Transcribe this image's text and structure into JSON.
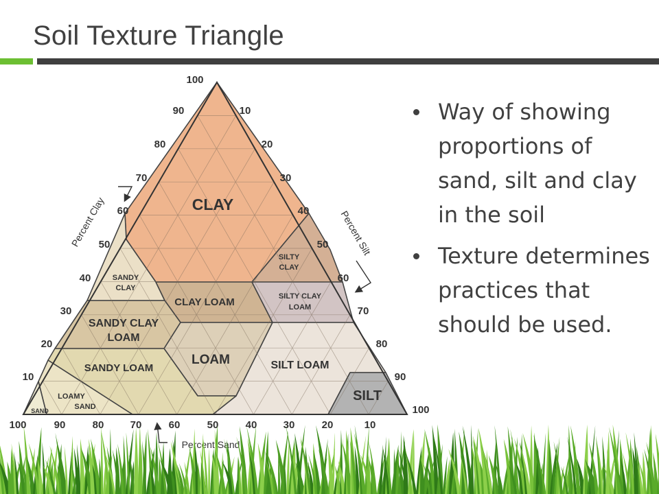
{
  "slide": {
    "title": "Soil Texture Triangle",
    "accent_color": "#6cbf32",
    "bar_color": "#3f3f3f"
  },
  "bullets": [
    {
      "text": "Way of showing proportions of sand, silt and clay in the soil"
    },
    {
      "text": "Texture determines practices that should be used."
    }
  ],
  "triangle": {
    "axis_labels": {
      "clay": "Percent Clay",
      "silt": "Percent Silt",
      "sand": "Percent Sand"
    },
    "left_ticks": [
      "100",
      "90",
      "80",
      "70",
      "60",
      "50",
      "40",
      "30",
      "20",
      "10"
    ],
    "right_ticks": [
      "10",
      "20",
      "30",
      "40",
      "50",
      "60",
      "70",
      "80",
      "90",
      "100"
    ],
    "bottom_ticks": [
      "100",
      "90",
      "80",
      "70",
      "60",
      "50",
      "40",
      "30",
      "20",
      "10"
    ],
    "regions": [
      {
        "id": "clay",
        "label": "CLAY",
        "color": "#efb58e"
      },
      {
        "id": "silty-clay",
        "label": "SILTY CLAY",
        "color": "#d4b095"
      },
      {
        "id": "sandy-clay",
        "label": "SANDY CLAY",
        "color": "#ebe0c7"
      },
      {
        "id": "clay-loam",
        "label": "CLAY LOAM",
        "color": "#cfb493"
      },
      {
        "id": "silty-clay-loam",
        "label": "SILTY CLAY LOAM",
        "color": "#d2c4c4"
      },
      {
        "id": "sandy-clay-loam",
        "label": "SANDY CLAY LOAM",
        "color": "#d8c6a3"
      },
      {
        "id": "loam",
        "label": "LOAM",
        "color": "#ddd0b8"
      },
      {
        "id": "silt-loam",
        "label": "SILT LOAM",
        "color": "#ece4db"
      },
      {
        "id": "sandy-loam",
        "label": "SANDY LOAM",
        "color": "#e2d9b0"
      },
      {
        "id": "loamy-sand",
        "label": "LOAMY SAND",
        "color": "#ece4c6"
      },
      {
        "id": "sand",
        "label": "SAND",
        "color": "#efebd3"
      },
      {
        "id": "silt",
        "label": "SILT",
        "color": "#b3b3b3"
      }
    ]
  }
}
